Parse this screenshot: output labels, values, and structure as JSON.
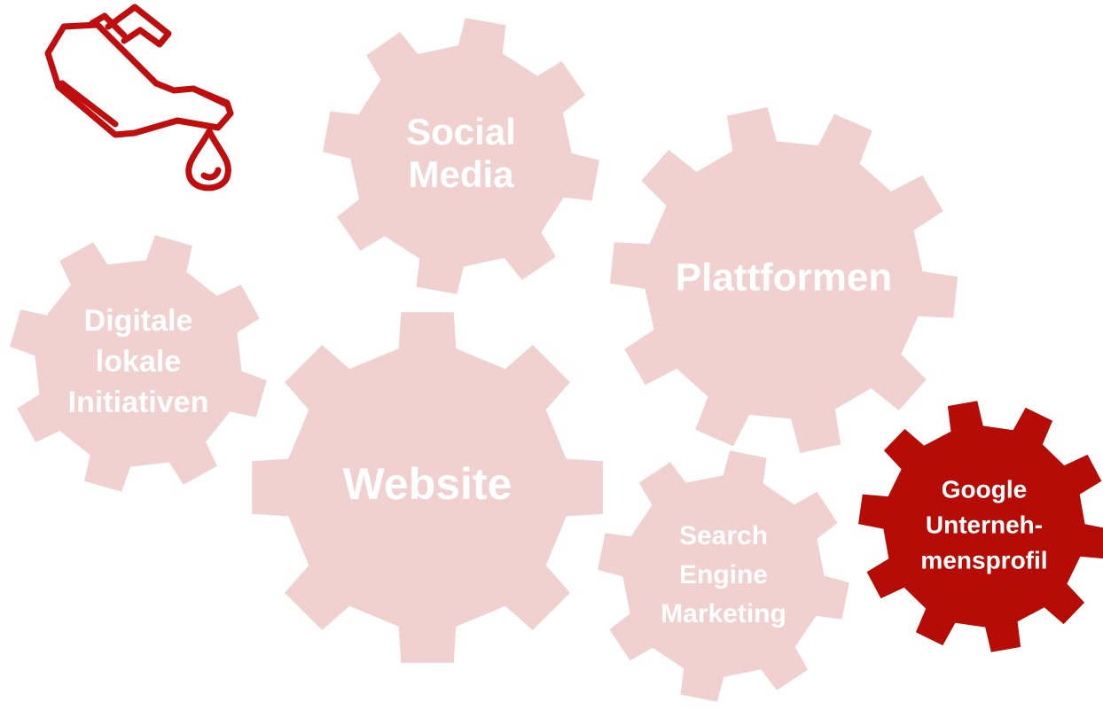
{
  "colors": {
    "faded_gear": "#f0d1d0",
    "highlight_gear": "#b50d05",
    "label_text": "#ffffff",
    "icon_stroke": "#c00d0d"
  },
  "icon": "oil-can-icon",
  "gears": [
    {
      "id": "social-media",
      "lines": [
        "Social",
        "Media"
      ],
      "highlight": false
    },
    {
      "id": "plattformen",
      "lines": [
        "Plattformen"
      ],
      "highlight": false
    },
    {
      "id": "digitale-lokale-initiativen",
      "lines": [
        "Digitale",
        "lokale",
        "Initiativen"
      ],
      "highlight": false
    },
    {
      "id": "website",
      "lines": [
        "Website"
      ],
      "highlight": false
    },
    {
      "id": "search-engine-marketing",
      "lines": [
        "Search",
        "Engine",
        "Marketing"
      ],
      "highlight": false
    },
    {
      "id": "google-unternehmensprofil",
      "lines": [
        "Google",
        "Unterneh-",
        "mensprofil"
      ],
      "highlight": true
    }
  ]
}
